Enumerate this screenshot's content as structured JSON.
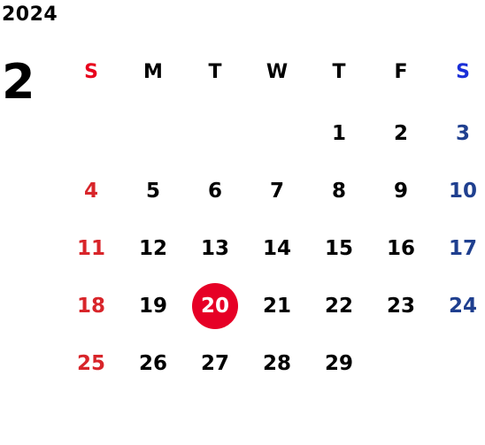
{
  "calendar": {
    "year": "2024",
    "month": "2",
    "weekdays": [
      "S",
      "M",
      "T",
      "W",
      "T",
      "F",
      "S"
    ],
    "weeks": [
      [
        "",
        "",
        "",
        "",
        "1",
        "2",
        "3"
      ],
      [
        "4",
        "5",
        "6",
        "7",
        "8",
        "9",
        "10"
      ],
      [
        "11",
        "12",
        "13",
        "14",
        "15",
        "16",
        "17"
      ],
      [
        "18",
        "19",
        "20",
        "21",
        "22",
        "23",
        "24"
      ],
      [
        "25",
        "26",
        "27",
        "28",
        "29",
        "",
        ""
      ]
    ],
    "today": "20"
  },
  "colors": {
    "sunday_header": "#e8001c",
    "saturday_header": "#1a2fd8",
    "sunday_date": "#d8252a",
    "saturday_date": "#1f3f8f",
    "weekday_text": "#000000",
    "today_circle": "#e60026",
    "today_text": "#ffffff"
  }
}
